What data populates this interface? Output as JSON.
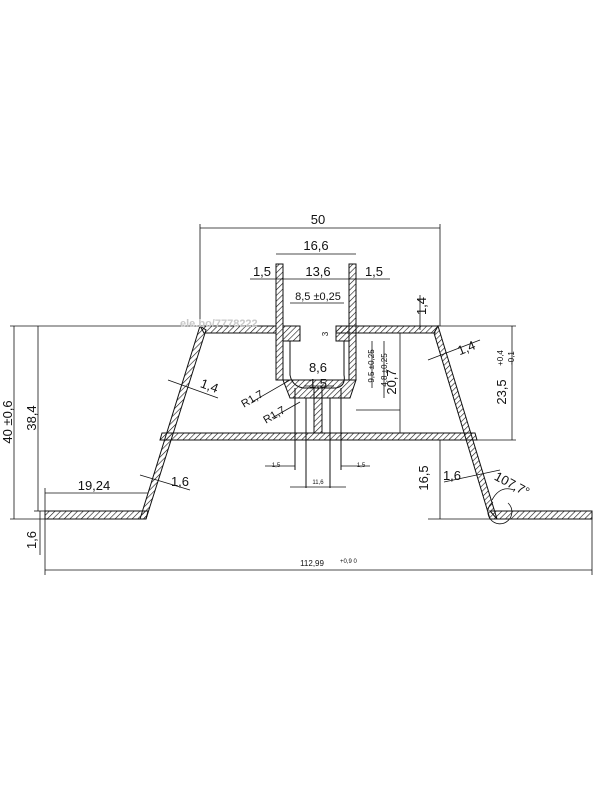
{
  "drawing": {
    "dimensions": {
      "top_width": "50",
      "slot_outer": "16,6",
      "wall_left": "1,5",
      "slot_inner": "13,6",
      "wall_right": "1,5",
      "opening": "8,5 ±0,25",
      "wall_top": "1,4",
      "lip": "3",
      "inner_channel": "8,6",
      "rib_center": "1,5",
      "depth_a": "9,5 ±0,25",
      "depth_b": "4,8 ±0,25",
      "inner_height": "20,7",
      "upper_height": "23,5",
      "upper_tol_plus": "+0,4",
      "upper_tol_minus": "-0,1",
      "right_wall": "1,4",
      "left_wall": "1,4",
      "radius_a": "R1,7",
      "radius_b": "R1,7",
      "total_height": "40 ±0,6",
      "left_height": "38,4",
      "flange": "19,24",
      "leg_left": "1,6",
      "leg_right": "1,6",
      "lower_height": "16,5",
      "angle": "107,7°",
      "base_thickness": "1,6",
      "rib_left": "1,5",
      "rib_right": "1,5",
      "rib_span": "11,6",
      "overall_width": "112,99",
      "overall_tol": "+0,9 0"
    },
    "watermark": "ele.bo/7778222",
    "colors": {
      "line": "#111111",
      "hatch": "#111111",
      "background": "#ffffff"
    }
  }
}
